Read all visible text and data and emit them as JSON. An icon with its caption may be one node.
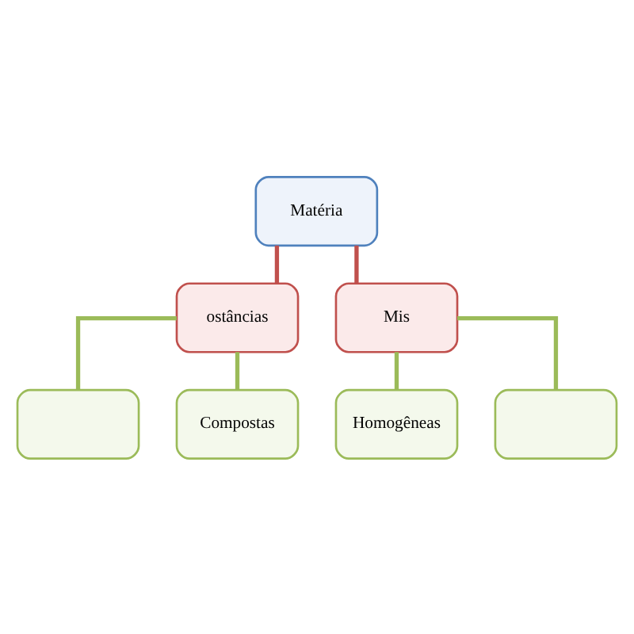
{
  "diagram": {
    "nodes": [
      {
        "text": [
          "Matéria"
        ]
      },
      {
        "text": [
          "ostâncias"
        ]
      },
      {
        "text": [
          "Mis"
        ]
      },
      {
        "text": [],
        "shape": "box"
      },
      {
        "text": [
          "Compostas"
        ]
      },
      {
        "text": [
          "Homogêneas"
        ]
      },
      {
        "text": [],
        "shape": "box"
      }
    ],
    "edges": [
      {
        "from": 0,
        "to": 1,
        "arrow": "none",
        "color": "#c0504d"
      },
      {
        "from": 0,
        "to": 2,
        "arrow": "none",
        "color": "#c0504d"
      },
      {
        "from": 1,
        "to": 3,
        "arrow": "none"
      },
      {
        "from": 1,
        "to": 4,
        "arrow": "none"
      },
      {
        "from": 2,
        "to": 5,
        "arrow": "none"
      },
      {
        "from": 2,
        "to": 6,
        "arrow": "none"
      }
    ]
  }
}
